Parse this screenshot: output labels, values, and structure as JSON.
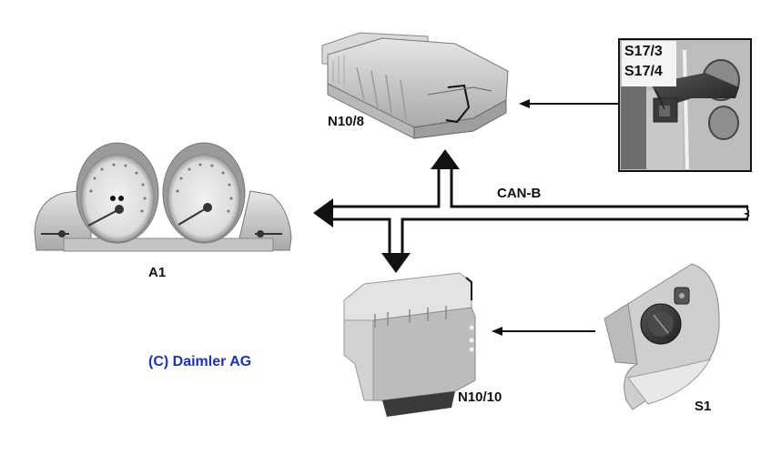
{
  "diagram": {
    "title": "CAN-B light switch signal flow",
    "bus": {
      "label": "CAN-B"
    },
    "components": [
      {
        "id": "A1",
        "label": "A1",
        "description": "Instrument cluster"
      },
      {
        "id": "N10_8",
        "label": "N10/8",
        "description": "Rear SAM control unit"
      },
      {
        "id": "N10_10",
        "label": "N10/10",
        "description": "Front SAM control unit"
      },
      {
        "id": "S1",
        "label": "S1",
        "description": "Combination light switch"
      },
      {
        "id": "S17",
        "labels": [
          "S17/3",
          "S17/4"
        ],
        "description": "Door contact switches"
      }
    ],
    "connections": [
      {
        "from": "S17",
        "to": "N10_8",
        "type": "wire"
      },
      {
        "from": "S1",
        "to": "N10_10",
        "type": "wire"
      },
      {
        "from": "CAN-B",
        "to": "A1",
        "type": "bus"
      },
      {
        "from": "CAN-B",
        "to": "N10_8",
        "type": "bus"
      },
      {
        "from": "CAN-B",
        "to": "N10_10",
        "type": "bus"
      }
    ],
    "copyright": "(C) Daimler AG"
  },
  "colors": {
    "line": "#111111",
    "copyright": "#1a2fd0",
    "component_fill": "#cfcfcf"
  }
}
